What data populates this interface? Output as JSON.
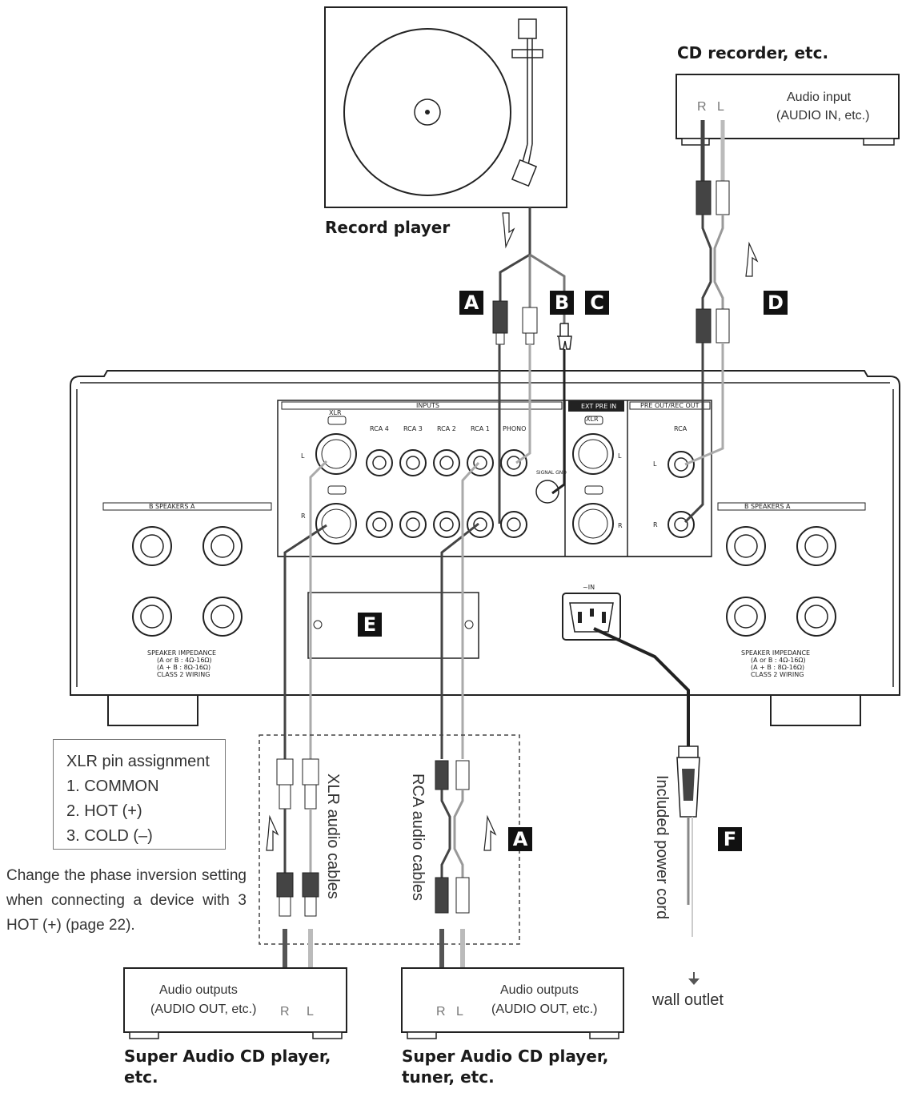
{
  "devices": {
    "record_player": "Record player",
    "cd_recorder": "CD recorder, etc.",
    "cd_recorder_input_line1": "Audio input",
    "cd_recorder_input_line2": "(AUDIO IN, etc.)",
    "sacd_left_line1": "Super Audio CD player,",
    "sacd_left_line2": "etc.",
    "sacd_right_line1": "Super Audio CD player,",
    "sacd_right_line2": "tuner, etc.",
    "audio_outputs_line1": "Audio outputs",
    "audio_outputs_line2": "(AUDIO OUT, etc.)"
  },
  "channels": {
    "right": "R",
    "left": "L"
  },
  "callouts": {
    "a": "A",
    "b": "B",
    "c": "C",
    "d": "D",
    "e": "E",
    "f": "F"
  },
  "cables": {
    "xlr": "XLR audio cables",
    "rca": "RCA audio cables",
    "power": "Included power cord",
    "wall_outlet": "wall outlet"
  },
  "pin_assignment": {
    "title": "XLR pin assignment",
    "pins": [
      "1. COMMON",
      "2. HOT (+)",
      "3. COLD (–)"
    ]
  },
  "note": "Change the phase inversion setting when connecting a device with 3 HOT (+) (page 22).",
  "panel": {
    "inputs": "INPUTS",
    "ext_pre_in": "EXT PRE IN",
    "pre_out": "PRE OUT/REC OUT",
    "xlr": "XLR",
    "rca": "RCA",
    "rca4": "RCA 4",
    "rca3": "RCA 3",
    "rca2": "RCA 2",
    "rca1": "RCA 1",
    "phono": "PHONO",
    "signal_gnd": "SIGNAL GND",
    "speakers": "B    SPEAKERS    A",
    "impedance_line1": "SPEAKER IMPEDANCE",
    "impedance_line2": "(A or B : 4Ω-16Ω)",
    "impedance_line3": "(A + B : 8Ω-16Ω)",
    "impedance_line4": "CLASS 2 WIRING",
    "ac_in": "~IN",
    "L": "L",
    "R": "R"
  },
  "colors": {
    "dark_cable": "#4a4a4a",
    "light_cable": "#b4b4b4",
    "callout_bg": "#111111"
  }
}
